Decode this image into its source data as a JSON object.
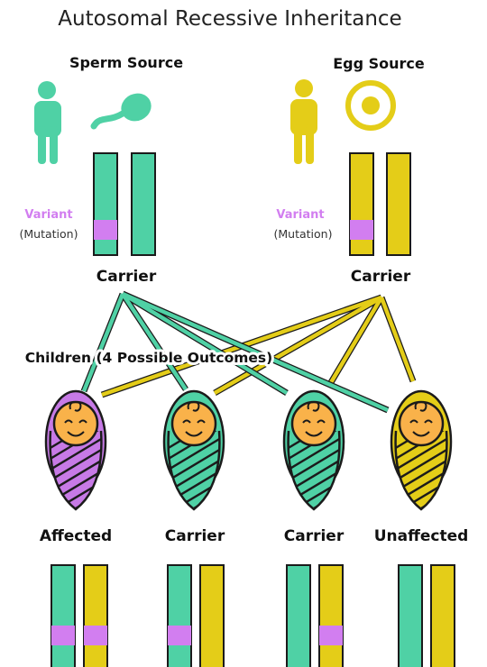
{
  "title": "Autosomal Recessive Inheritance",
  "sperm_source": {
    "label": "Sperm Source",
    "status": "Carrier"
  },
  "egg_source": {
    "label": "Egg Source",
    "status": "Carrier"
  },
  "variant": {
    "label": "Variant",
    "sublabel": "(Mutation)"
  },
  "children_heading": "Children (4 Possible Outcomes)",
  "children": [
    {
      "outcome": "Affected",
      "sperm_allele": "variant",
      "egg_allele": "variant",
      "swaddle": "purple"
    },
    {
      "outcome": "Carrier",
      "sperm_allele": "variant",
      "egg_allele": "normal",
      "swaddle": "green"
    },
    {
      "outcome": "Carrier",
      "sperm_allele": "normal",
      "egg_allele": "variant",
      "swaddle": "green"
    },
    {
      "outcome": "Unaffected",
      "sperm_allele": "normal",
      "egg_allele": "normal",
      "swaddle": "yellow"
    }
  ],
  "colors": {
    "sperm": "#4fd1a5",
    "egg": "#e4cd18",
    "variant": "#d27ef0",
    "affected_swaddle": "#c77ae6",
    "face": "#f9b24a",
    "outline": "#1b1b1b"
  }
}
